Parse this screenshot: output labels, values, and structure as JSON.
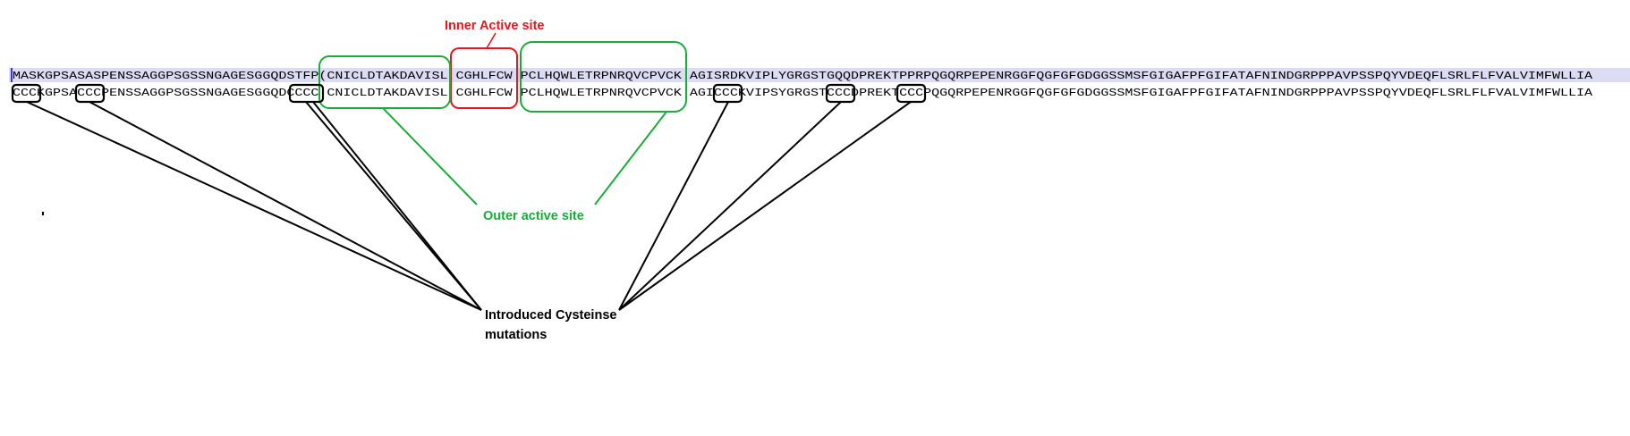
{
  "sequences": {
    "wild_type": "MASKGPSASASPENSSAGGPSGSSNGAGESGGQDSTFP(CNICLDTAKDAVISL CGHLFCW PCLHQWLETRPNRQVCPVCK AGISRDKVIPLYGRGSTGQQDPREKTPPRPQGQRPEPENRGGFQGFGFGDGGSSMSFGIGAFPFGIFATAFNINDGRPPPAVPSSPQYVDEQFLSRLFLFVALVIMFWLLIA",
    "mutant": "CCCKGPSACCCPENSSAGGPSGSSNGAGESGGQDCCCC CNICLDTAKDAVISL CGHLFCW PCLHQWLETRPNRQVCPVCK AGICCCKVIPSYGRGSTCCCDPREKTCCCPQGQRPEPENRGGFQGFGFGDGGSSMSFGIGAFPFGIFATAFNINDGRPPPAVPSSPQYVDEQFLSRLFLFVALVIMFWLLIA"
  },
  "annotations": {
    "inner_active_site": "Inner Active site",
    "outer_active_site": "Outer active site",
    "cysteine_line1": "Introduced Cysteinse",
    "cysteine_line2": "mutations"
  },
  "colors": {
    "inner": "#e8141e",
    "outer": "#1aab3a",
    "black": "#000000",
    "highlight": "#dcdcf4"
  }
}
